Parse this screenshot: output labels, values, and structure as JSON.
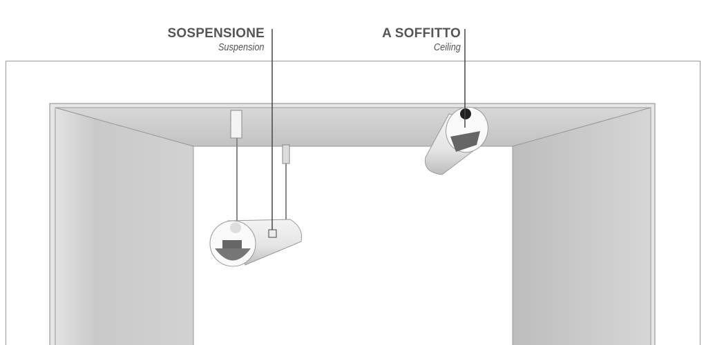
{
  "labels": {
    "suspension": {
      "title": "SOSPENSIONE",
      "subtitle": "Suspension"
    },
    "ceiling": {
      "title": "A SOFFITTO",
      "subtitle": "Ceiling"
    }
  }
}
